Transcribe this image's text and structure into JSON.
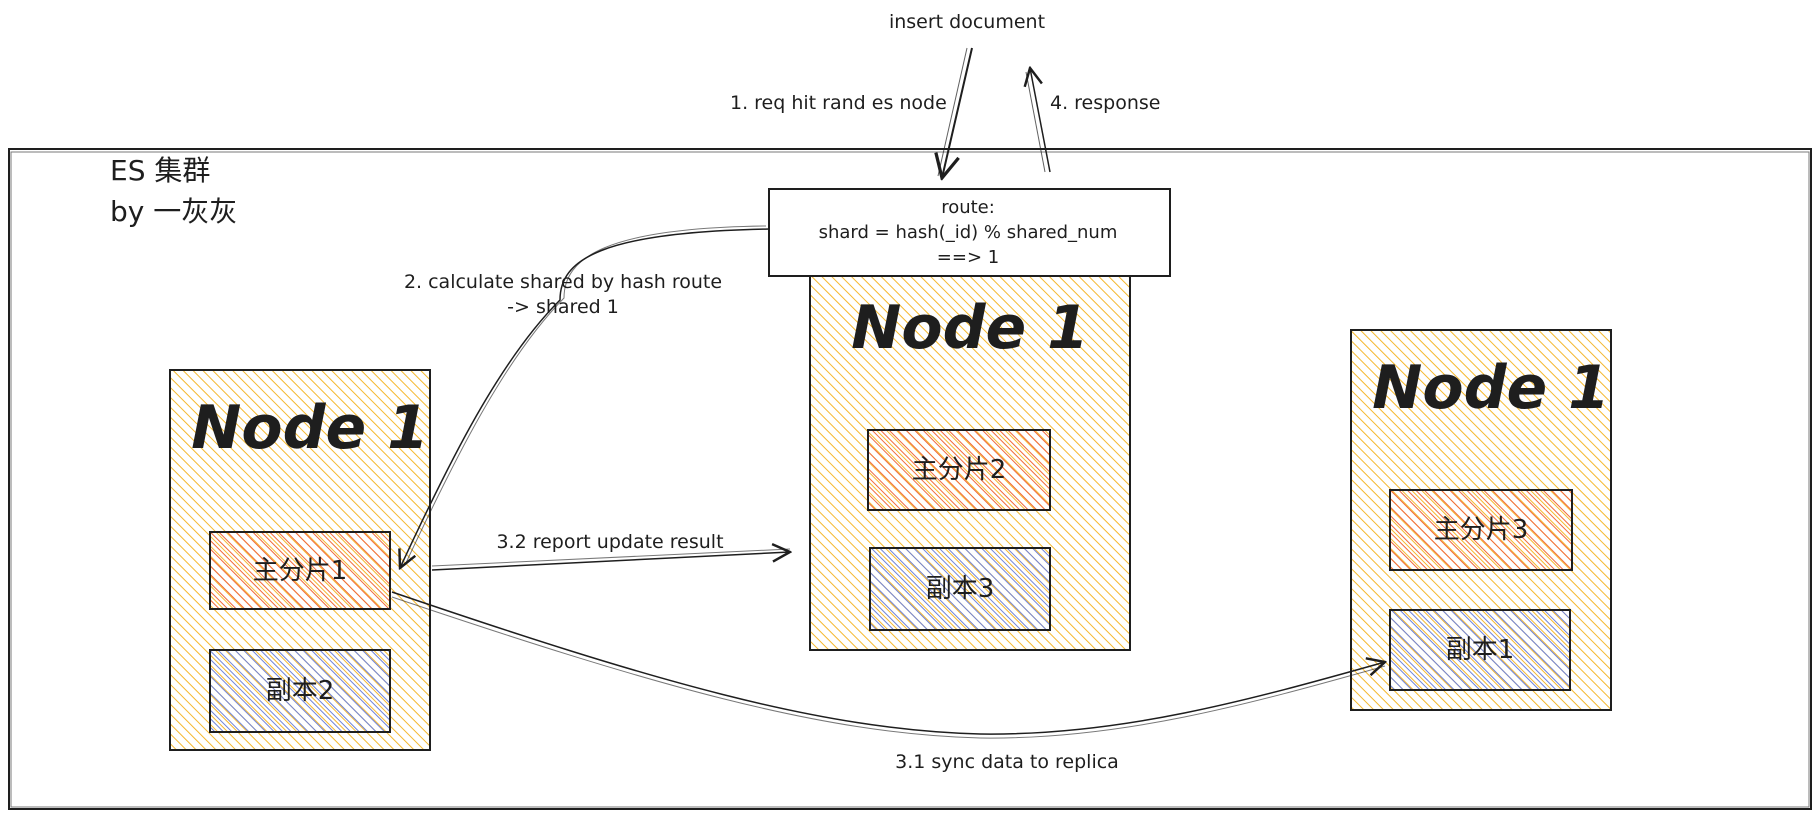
{
  "cluster": {
    "title_line1": "ES 集群",
    "title_line2": "by 一灰灰"
  },
  "client": {
    "insert_label": "insert document",
    "request_label": "1. req hit rand es node",
    "response_label": "4. response"
  },
  "route_box": {
    "line1": "route:",
    "line2": "shard = hash(_id) % shared_num",
    "line3": "==> 1"
  },
  "edges": {
    "calc_label_line1": "2. calculate shared by hash route",
    "calc_label_line2": "-> shared 1",
    "report_label": "3.2 report update result",
    "sync_label": "3.1 sync data to replica"
  },
  "nodes": [
    {
      "title": "Node 1",
      "primary": "主分片1",
      "replica": "副本2"
    },
    {
      "title": "Node 1",
      "primary": "主分片2",
      "replica": "副本3"
    },
    {
      "title": "Node 1",
      "primary": "主分片3",
      "replica": "副本1"
    }
  ],
  "colors": {
    "node_fill": "#f5b82e",
    "primary_fill": "#f06a3c",
    "replica_fill": "#6f83d8",
    "stroke": "#1e1e1e"
  }
}
